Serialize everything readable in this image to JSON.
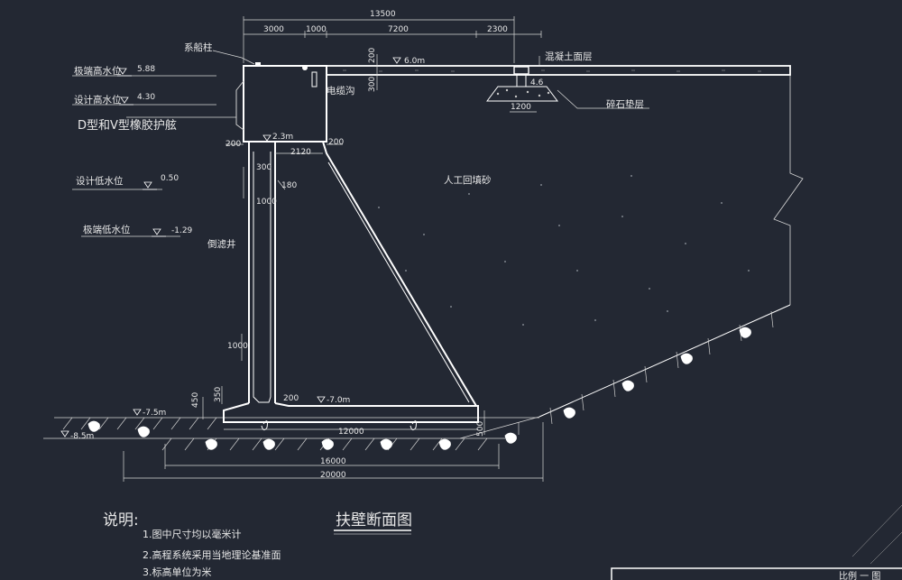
{
  "dims": {
    "total_top": "13500",
    "d3000": "3000",
    "d1000": "1000",
    "d7200": "7200",
    "d2300": "2300",
    "d200_top": "200",
    "d300_top": "300",
    "d4_6": "4.6",
    "d1200": "1200",
    "d200_left": "200",
    "d200_right": "200",
    "d2120": "2120",
    "d300": "300",
    "d180": "180",
    "d1000_wall": "1000",
    "d1000_low": "1000",
    "d450": "450",
    "d350": "350",
    "d200_base": "200",
    "d12000": "12000",
    "d500": "500",
    "d16000": "16000",
    "d20000": "20000"
  },
  "elevations": {
    "top": "6.0m",
    "cap_bottom": "2.3m",
    "base_top": "-7.0m",
    "toe": "-7.5m",
    "bottom": "-8.5m"
  },
  "water_levels": {
    "extreme_high_label": "极端高水位",
    "extreme_high_value": "5.88",
    "design_high_label": "设计高水位",
    "design_high_value": "4.30",
    "design_low_label": "设计低水位",
    "design_low_value": "0.50",
    "extreme_low_label": "极端低水位",
    "extreme_low_value": "-1.29"
  },
  "labels": {
    "bollard": "系船柱",
    "fender": "D型和V型橡胶护舷",
    "cable_trench": "电缆沟",
    "concrete_surface": "混凝土面层",
    "gravel_cushion": "碎石垫层",
    "backfill": "人工回填砂",
    "filter_well": "倒滤井"
  },
  "notes": {
    "heading": "说明:",
    "items": [
      "1.图中尺寸均以毫米计",
      "2.高程系统采用当地理论基准面",
      "3.标高单位为米"
    ]
  },
  "drawing_title": "扶壁断面图",
  "titleblock_text": "比例 一 图"
}
